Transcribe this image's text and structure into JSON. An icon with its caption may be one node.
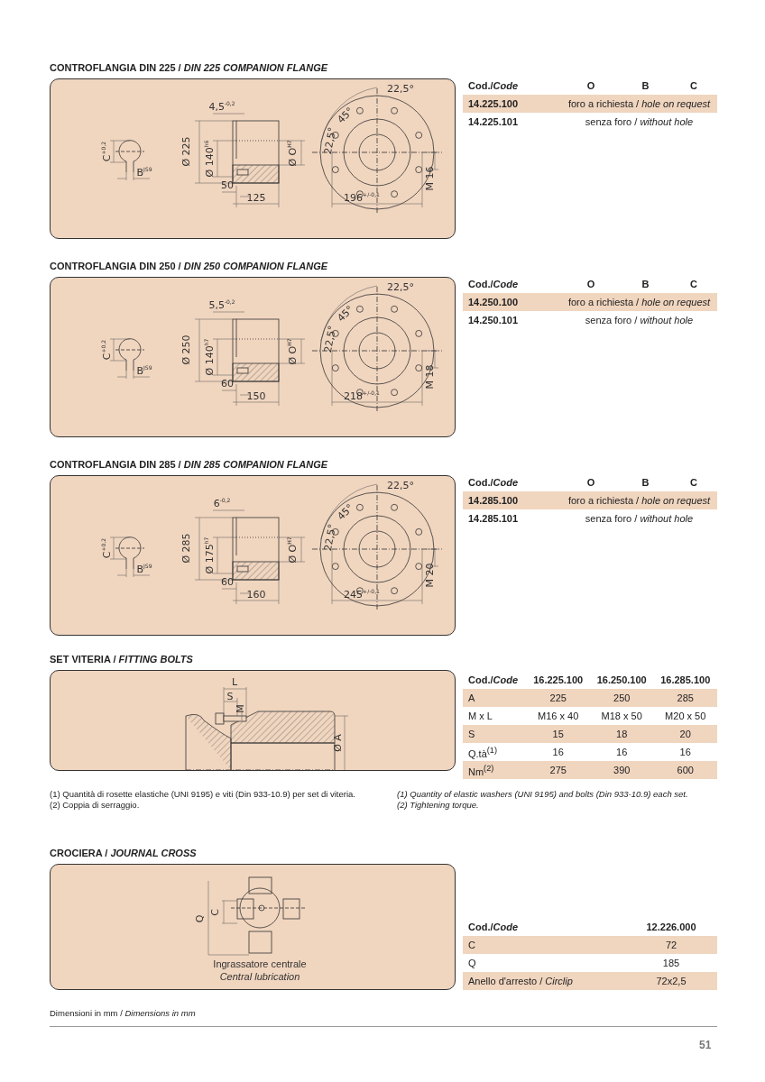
{
  "diagram": {
    "nodes": [
      {
        "text": [
          "CONTROFLANGIA DIN 225 / *DIN 225 COMPANION FLANGE*"
        ]
      },
      {
        "text": [
          "CONTROFLANGIA DIN 250 / *DIN 250 COMPANION FLANGE*"
        ]
      },
      {
        "text": [
          "CONTROFLANGIA DIN 285 / *DIN 285 COMPANION FLANGE*"
        ]
      },
      {
        "text": [
          "SET VITERIA / *FITTING BOLTS*"
        ]
      },
      {
        "text": [
          "CROCIERA / *JOURNAL CROSS*",
          "Ingrassatore centrale",
          "Central lubrication"
        ]
      }
    ],
    "labels": [
      "C$^{+0,2}$",
      "B$^{JS9}$",
      "4,5$^{-0,2}$",
      "Ø 225",
      "Ø 140$^{h6}$",
      "Ø O$^{H7}$",
      "50",
      "125",
      "22,5°",
      "45°",
      "22,5°",
      "M 16",
      "196$^{+/-0,1}$",
      "Cod./*Code*",
      "O",
      "B",
      "C",
      "14.225.100",
      "foro a richiesta / *hole on request*",
      "14.225.101",
      "senza foro / *without hole*",
      "C$^{+0,2}$",
      "B$^{JS9}$",
      "5,5$^{-0,2}$",
      "Ø 250",
      "Ø 140$^{h7}$",
      "Ø O$^{H7}$",
      "60",
      "150",
      "22,5°",
      "45°",
      "22,5°",
      "M 18",
      "218$^{+/-0,1}$",
      "Cod./*Code*",
      "O",
      "B",
      "C",
      "14.250.100",
      "foro a richiesta / *hole on request*",
      "14.250.101",
      "senza foro / *without hole*",
      "C$^{+0,2}$",
      "B$^{JS9}$",
      "6$^{-0,2}$",
      "Ø 285",
      "Ø 175$^{h7}$",
      "Ø O$^{H7}$",
      "60",
      "160",
      "22,5°",
      "45°",
      "22,5°",
      "M 20",
      "245$^{+/-0,1}$",
      "Cod./*Code*",
      "O",
      "B",
      "C",
      "14.285.100",
      "foro a richiesta / *hole on request*",
      "14.285.101",
      "senza foro / *without hole*",
      "L",
      "S",
      "M",
      "Ø A",
      "Cod./*Code*",
      "16.225.100",
      "16.250.100",
      "16.285.100",
      "A",
      "225",
      "250",
      "285",
      "M x L",
      "M16 x 40",
      "M18 x 50",
      "M20 x 50",
      "S",
      "15",
      "18",
      "20",
      "Q.tà$^{(1)}$",
      "16",
      "16",
      "16",
      "Nm$^{(2)}$",
      "275",
      "390",
      "600",
      "(1) Quantità di rosette elastiche (UNI 9195) e viti (Din 933-10.9) per set di viteria.",
      "(2) Coppia di serraggio.",
      "(1) Quantity of elastic washers (UNI 9195) and bolts (Din 933-10.9) each set.",
      "(2) Tightening torque.",
      "Q",
      "C",
      "Cod./*Code*",
      "12.226.000",
      "C",
      "72",
      "Q",
      "185",
      "Anello d'arresto / *Circlip*",
      "72x2,5",
      "Dimensioni in mm / *Dimensions in mm*",
      "51"
    ]
  }
}
